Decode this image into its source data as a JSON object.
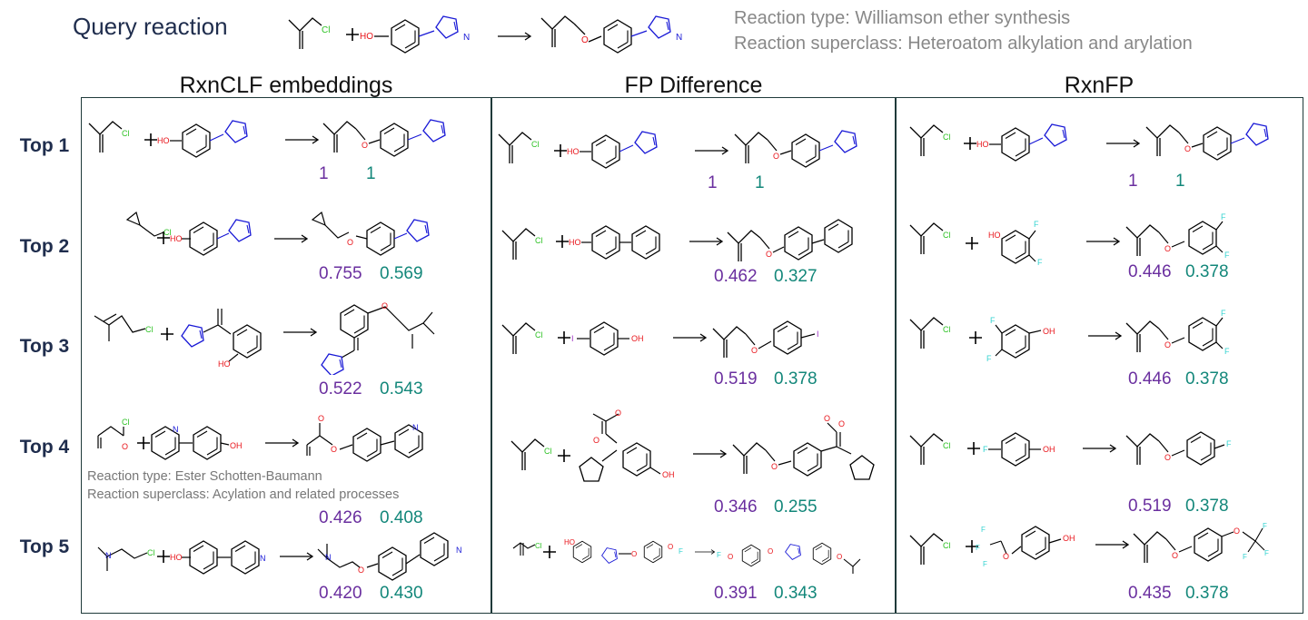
{
  "query": {
    "title": "Query reaction",
    "reaction_type": "Reaction type: Williamson ether synthesis",
    "reaction_superclass": "Reaction superclass: Heteroatom alkylation and arylation"
  },
  "columns": [
    "RxnCLF embeddings",
    "FP Difference",
    "RxnFP"
  ],
  "rows": [
    "Top 1",
    "Top 2",
    "Top 3",
    "Top 4",
    "Top 5"
  ],
  "atoms": {
    "cl": "Cl",
    "ho": "HO",
    "oh": "OH",
    "o": "O",
    "n": "N",
    "f": "F",
    "i": "I"
  },
  "notes": {
    "rxnclf_top4_type": "Reaction type: Ester Schotten-Baumann",
    "rxnclf_top4_superclass": "Reaction superclass: Acylation and related processes"
  },
  "scores": {
    "rxnclf": [
      [
        "1",
        "1"
      ],
      [
        "0.755",
        "0.569"
      ],
      [
        "0.522",
        "0.543"
      ],
      [
        "0.426",
        "0.408"
      ],
      [
        "0.420",
        "0.430"
      ]
    ],
    "fpdiff": [
      [
        "1",
        "1"
      ],
      [
        "0.462",
        "0.327"
      ],
      [
        "0.519",
        "0.378"
      ],
      [
        "0.346",
        "0.255"
      ],
      [
        "0.391",
        "0.343"
      ]
    ],
    "rxnfp": [
      [
        "1",
        "1"
      ],
      [
        "0.446",
        "0.378"
      ],
      [
        "0.446",
        "0.378"
      ],
      [
        "0.519",
        "0.378"
      ],
      [
        "0.435",
        "0.378"
      ]
    ]
  },
  "colors": {
    "purple": "#6a2f9f",
    "teal": "#13877a",
    "navy": "#1f2d4d",
    "oxygen": "#e8141a",
    "nitrogen": "#1919d6",
    "chlorine": "#2ec225",
    "fluorine": "#34d3d0",
    "iodine": "#9b2fc4"
  }
}
